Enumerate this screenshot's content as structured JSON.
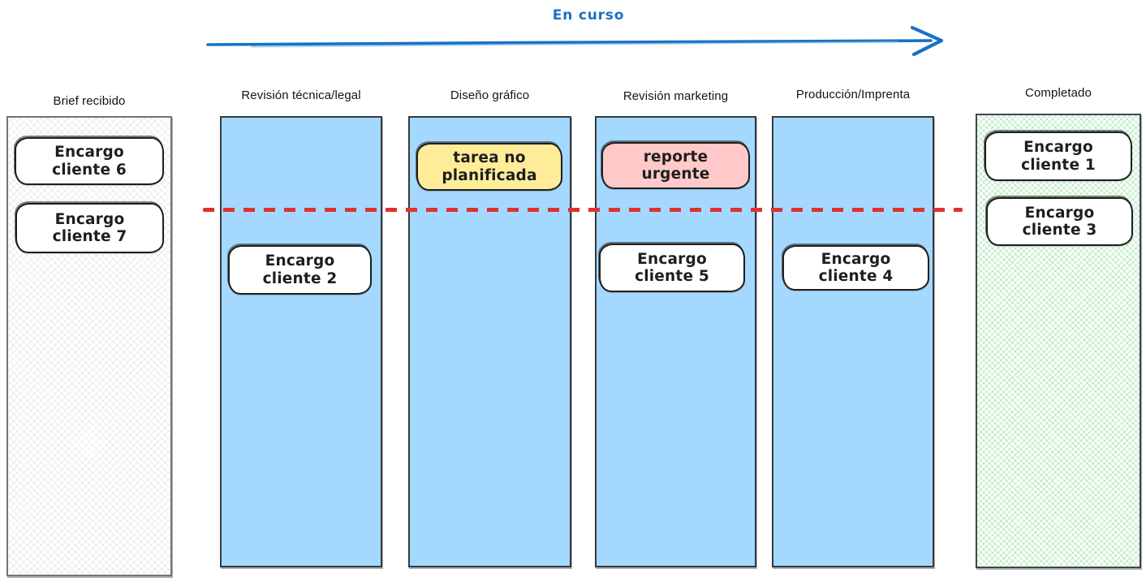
{
  "flow": {
    "label": "En curso",
    "arrow_color": "#1971c2"
  },
  "divider": {
    "color": "#e03131",
    "style": "dashed"
  },
  "board": {
    "columns": [
      {
        "title": "Brief recibido",
        "fill": "white-crosshatch",
        "cards": [
          {
            "label": "Encargo cliente 6",
            "fill": "#ffffff"
          },
          {
            "label": "Encargo cliente 7",
            "fill": "#ffffff"
          }
        ]
      },
      {
        "title": "Revisión técnica/legal",
        "fill": "#a5d8ff",
        "cards": [
          {
            "label": "Encargo cliente 2",
            "fill": "#ffffff"
          }
        ]
      },
      {
        "title": "Diseño gráfico",
        "fill": "#a5d8ff",
        "cards": [
          {
            "label": "tarea no planificada",
            "fill": "#ffec99"
          }
        ]
      },
      {
        "title": "Revisión marketing",
        "fill": "#a5d8ff",
        "cards": [
          {
            "label": "reporte urgente",
            "fill": "#ffc9c9"
          },
          {
            "label": "Encargo cliente 5",
            "fill": "#ffffff"
          }
        ]
      },
      {
        "title": "Producción/Imprenta",
        "fill": "#a5d8ff",
        "cards": [
          {
            "label": "Encargo cliente 4",
            "fill": "#ffffff"
          }
        ]
      },
      {
        "title": "Completado",
        "fill": "green-crosshatch",
        "cards": [
          {
            "label": "Encargo cliente 1",
            "fill": "#ffffff"
          },
          {
            "label": "Encargo cliente 3",
            "fill": "#ffffff"
          }
        ]
      }
    ]
  }
}
